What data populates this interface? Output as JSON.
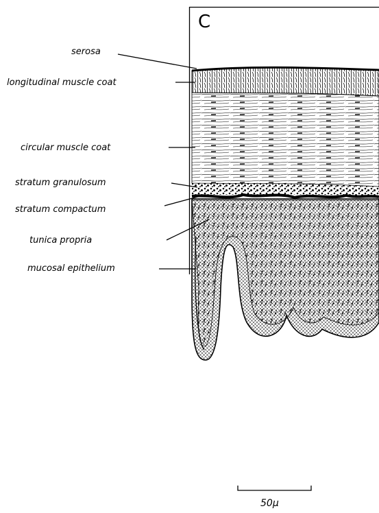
{
  "figure": {
    "panel_letter": "C",
    "labels": {
      "serosa": "serosa",
      "longitudinal": "longitudinal muscle coat",
      "circular": "circular muscle coat",
      "granulosum": "stratum granulosum",
      "compactum": "stratum compactum",
      "propria": "tunica propria",
      "epithelium": "mucosal epithelium"
    },
    "scale_bar": {
      "label": "50μ"
    }
  }
}
